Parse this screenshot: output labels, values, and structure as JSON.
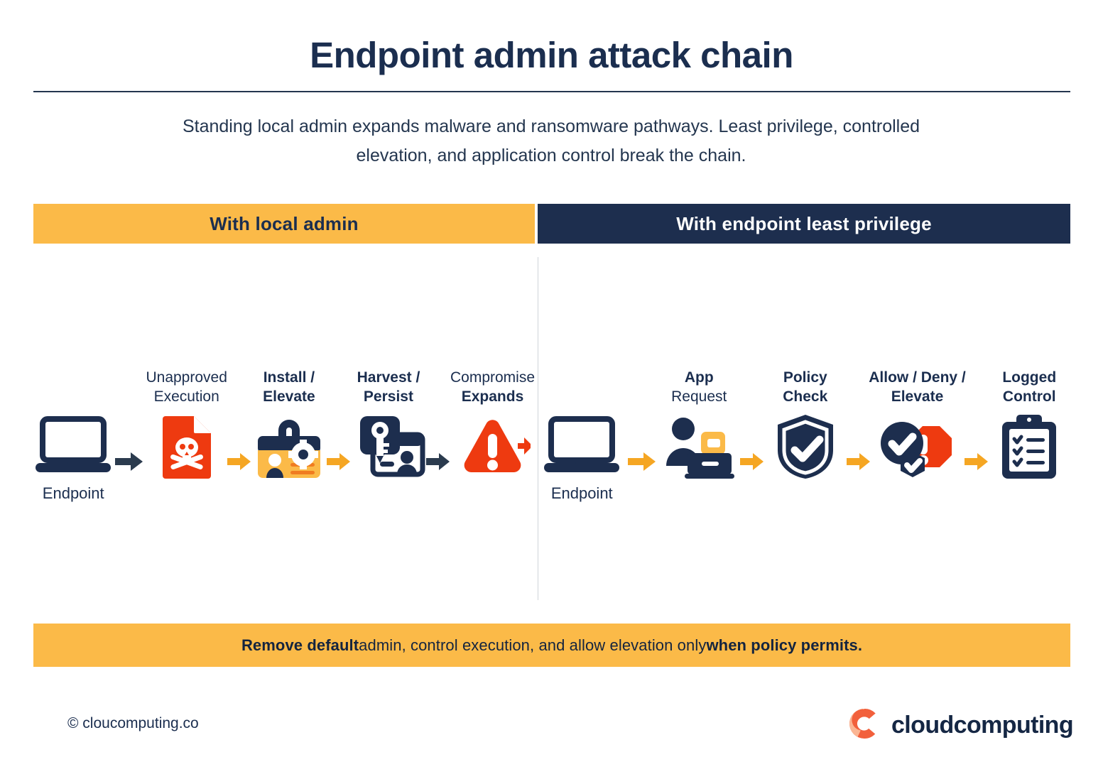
{
  "header": {
    "title": "Endpoint admin attack chain",
    "subtitle_line1": "Standing local admin expands malware and ransomware pathways. Least privilege,",
    "subtitle_line2": "controlled elevation, and application control break the chain."
  },
  "columns": {
    "left": {
      "heading": "With local admin",
      "steps": [
        {
          "icon": "laptop-icon",
          "line1": "",
          "line2": "",
          "under": "Endpoint",
          "bold1": false,
          "bold2": false
        },
        {
          "icon": "malware-file-icon",
          "line1": "Unapproved",
          "line2": "Execution",
          "under": "",
          "bold1": false,
          "bold2": false
        },
        {
          "icon": "id-badge-gear-icon",
          "line1": "Install /",
          "line2": "Elevate",
          "under": "",
          "bold1": true,
          "bold2": true
        },
        {
          "icon": "key-credential-icon",
          "line1": "Harvest /",
          "line2": "Persist",
          "under": "",
          "bold1": true,
          "bold2": true
        },
        {
          "icon": "warning-triangle-icon",
          "line1": "Compromise",
          "line2": "Expands",
          "under": "",
          "bold1": false,
          "bold2": true
        }
      ],
      "arrows": [
        "dark",
        "amber",
        "amber",
        "dark",
        "red"
      ]
    },
    "right": {
      "heading": "With endpoint least privilege",
      "steps": [
        {
          "icon": "laptop-icon",
          "line1": "",
          "line2": "",
          "under": "Endpoint",
          "bold1": false,
          "bold2": false
        },
        {
          "icon": "user-app-request-icon",
          "line1": "App",
          "line2": "Request",
          "under": "",
          "bold1": true,
          "bold2": false
        },
        {
          "icon": "shield-check-icon",
          "line1": "Policy",
          "line2": "Check",
          "under": "",
          "bold1": true,
          "bold2": true
        },
        {
          "icon": "allow-deny-icon",
          "line1": "Allow / Deny /",
          "line2": "Elevate",
          "under": "",
          "bold1": true,
          "bold2": true
        },
        {
          "icon": "clipboard-check-icon",
          "line1": "Logged",
          "line2": "Control",
          "under": "",
          "bold1": true,
          "bold2": true
        }
      ],
      "arrows": [
        "amber",
        "amber",
        "amber",
        "amber"
      ]
    }
  },
  "banner": {
    "bold_start": "Remove default",
    "middle": " admin, control execution, and allow elevation only ",
    "bold_end": "when policy permits."
  },
  "footer": {
    "copyright": "© cloucomputing.co",
    "logo_word": "cloudcomputing",
    "logo_mark": "c-mark-icon"
  },
  "colors": {
    "navy": "#1D2E4E",
    "amber": "#FBBA48",
    "orange": "#F5A623",
    "red": "#EE3A10",
    "dark_arrow": "#2B3B4E",
    "logo_coral": "#F2603C",
    "logo_peach": "#FBB694"
  }
}
